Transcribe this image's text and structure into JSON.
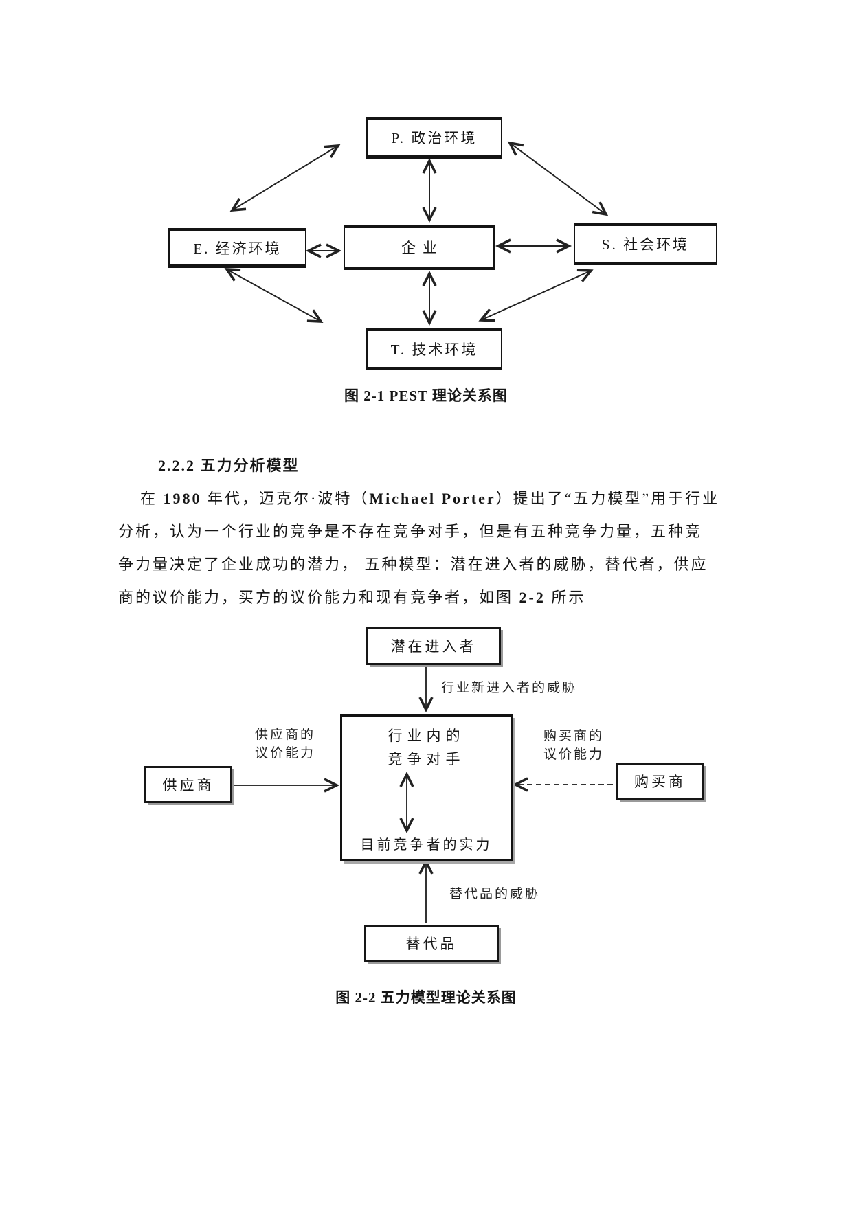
{
  "figure1": {
    "boxes": {
      "top": "P. 政治环境",
      "left": "E. 经济环境",
      "center": "企业",
      "right": "S. 社会环境",
      "bottom": "T. 技术环境"
    },
    "caption": "图 2-1 PEST 理论关系图"
  },
  "section": {
    "heading": "2.2.2 五力分析模型",
    "paragraph_lines": [
      [
        {
          "t": "在 ",
          "b": false
        },
        {
          "t": "1980",
          "b": true
        },
        {
          "t": " 年代，迈克尔·波特（",
          "b": false
        },
        {
          "t": "Michael Porter",
          "b": true
        },
        {
          "t": "）提出了“五力模型”用于行业",
          "b": false
        }
      ],
      [
        {
          "t": "分析，认为一个行业的竞争是不存在竞争对手，但是有五种竞争力量，五种竞",
          "b": false
        }
      ],
      [
        {
          "t": "争力量决定了企业成功的潜力， 五种模型：潜在进入者的威胁，替代者，供应",
          "b": false
        }
      ],
      [
        {
          "t": "商的议价能力，买方的议价能力和现有竞争者，如图 ",
          "b": false
        },
        {
          "t": "2-2",
          "b": true
        },
        {
          "t": " 所示",
          "b": false
        }
      ]
    ]
  },
  "figure2": {
    "boxes": {
      "top": "潜在进入者",
      "left": "供应商",
      "right": "购买商",
      "bottom": "替代品"
    },
    "center_box": {
      "line1": "行业内的",
      "line2": "竞争对手",
      "bottom_text": "目前竞争者的实力"
    },
    "labels": {
      "top": "行业新进入者的威胁",
      "left": "供应商的\n议价能力",
      "right": "购买商的\n议价能力",
      "bottom": "替代品的威胁"
    },
    "caption": "图 2-2 五力模型理论关系图"
  }
}
